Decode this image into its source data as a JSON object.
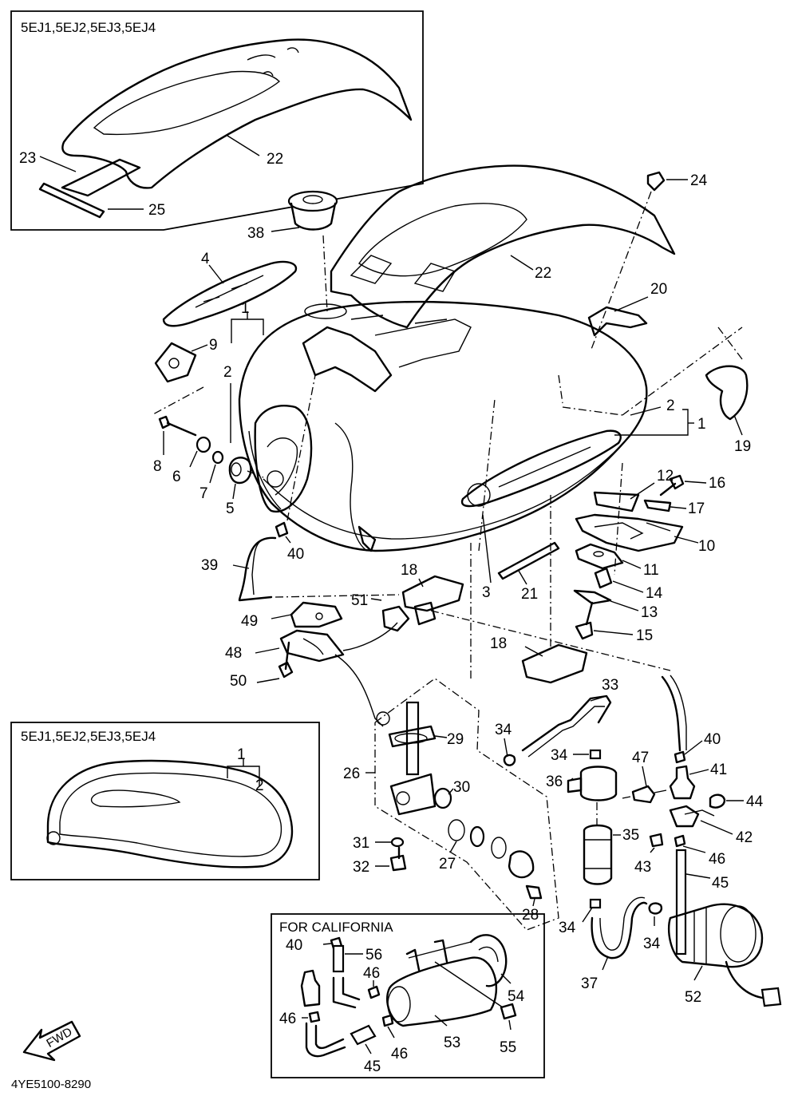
{
  "boxes": {
    "top_left_title": "5EJ1,5EJ2,5EJ3,5EJ4",
    "middle_left_title": "5EJ1,5EJ2,5EJ3,5EJ4",
    "california_title": "FOR CALIFORNIA"
  },
  "fwd_label": "FWD",
  "drawing_code": "4YE5100-8290",
  "callouts": {
    "c1": "1",
    "c2": "2",
    "c3": "3",
    "c4": "4",
    "c5": "5",
    "c6": "6",
    "c7": "7",
    "c8": "8",
    "c9": "9",
    "c10": "10",
    "c11": "11",
    "c12": "12",
    "c13": "13",
    "c14": "14",
    "c15": "15",
    "c16": "16",
    "c17": "17",
    "c18": "18",
    "c19": "19",
    "c20": "20",
    "c21": "21",
    "c22": "22",
    "c23": "23",
    "c24": "24",
    "c25": "25",
    "c26": "26",
    "c27": "27",
    "c28": "28",
    "c29": "29",
    "c30": "30",
    "c31": "31",
    "c32": "32",
    "c33": "33",
    "c34": "34",
    "c35": "35",
    "c36": "36",
    "c37": "37",
    "c38": "38",
    "c39": "39",
    "c40": "40",
    "c41": "41",
    "c42": "42",
    "c43": "43",
    "c44": "44",
    "c45": "45",
    "c46": "46",
    "c47": "47",
    "c48": "48",
    "c49": "49",
    "c50": "50",
    "c51": "51",
    "c52": "52",
    "c53": "53",
    "c54": "54",
    "c55": "55",
    "c56": "56"
  }
}
